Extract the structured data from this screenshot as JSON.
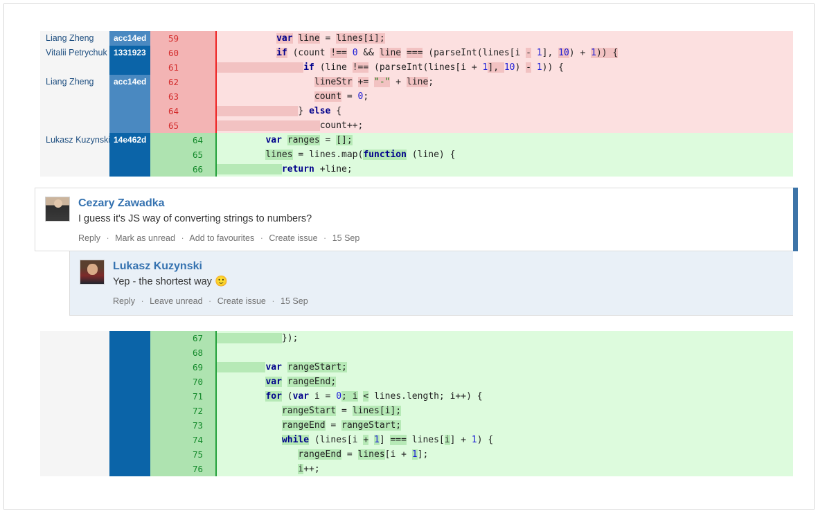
{
  "diff_top": {
    "rows": [
      {
        "author": "Liang Zheng",
        "hash": "acc14ed",
        "hash_shade": "shade-a",
        "num": "59",
        "type": "del",
        "tokens": [
          {
            "t": "           ",
            "c": "plain"
          },
          {
            "t": "var",
            "c": "kw hl"
          },
          {
            "t": " ",
            "c": "plain"
          },
          {
            "t": "line",
            "c": "hl"
          },
          {
            "t": " = ",
            "c": "plain"
          },
          {
            "t": "lines[i];",
            "c": "hl"
          }
        ]
      },
      {
        "author": "Vitalii Petrychuk",
        "hash": "1331923",
        "hash_shade": "shade-b",
        "num": "60",
        "type": "del",
        "tokens": [
          {
            "t": "           ",
            "c": "plain"
          },
          {
            "t": "if",
            "c": "kw hl"
          },
          {
            "t": " (count ",
            "c": "plain"
          },
          {
            "t": "!==",
            "c": "hl"
          },
          {
            "t": " ",
            "c": "plain"
          },
          {
            "t": "0",
            "c": "num"
          },
          {
            "t": " && ",
            "c": "plain"
          },
          {
            "t": "line",
            "c": "hl"
          },
          {
            "t": " ",
            "c": "plain"
          },
          {
            "t": "===",
            "c": "hl"
          },
          {
            "t": " (parseInt(lines[i ",
            "c": "plain"
          },
          {
            "t": "-",
            "c": "hl"
          },
          {
            "t": " ",
            "c": "plain"
          },
          {
            "t": "1",
            "c": "num"
          },
          {
            "t": "], ",
            "c": "plain"
          },
          {
            "t": "10",
            "c": "num hl"
          },
          {
            "t": ") + ",
            "c": "plain"
          },
          {
            "t": "1",
            "c": "num hl"
          },
          {
            "t": ")) {",
            "c": "hl"
          }
        ]
      },
      {
        "author": "",
        "hash": "",
        "hash_shade": "blank-b",
        "num": "61",
        "type": "del",
        "tokens": [
          {
            "t": "                ",
            "c": "hl"
          },
          {
            "t": "if",
            "c": "kw"
          },
          {
            "t": " (line ",
            "c": "plain"
          },
          {
            "t": "!==",
            "c": "hl"
          },
          {
            "t": " (parseInt(lines[i + ",
            "c": "plain"
          },
          {
            "t": "1",
            "c": "num"
          },
          {
            "t": "], ",
            "c": "hl"
          },
          {
            "t": "10",
            "c": "num"
          },
          {
            "t": ") ",
            "c": "plain"
          },
          {
            "t": "-",
            "c": "hl"
          },
          {
            "t": " ",
            "c": "plain"
          },
          {
            "t": "1",
            "c": "num"
          },
          {
            "t": ")) {",
            "c": "plain"
          }
        ]
      },
      {
        "author": "Liang Zheng",
        "hash": "acc14ed",
        "hash_shade": "shade-a",
        "num": "62",
        "type": "del",
        "tokens": [
          {
            "t": "                  ",
            "c": "plain"
          },
          {
            "t": "lineStr",
            "c": "hl"
          },
          {
            "t": " ",
            "c": "plain"
          },
          {
            "t": "+=",
            "c": "hl"
          },
          {
            "t": " ",
            "c": "plain"
          },
          {
            "t": "\"-\"",
            "c": "str hl"
          },
          {
            "t": " + ",
            "c": "plain"
          },
          {
            "t": "line",
            "c": "hl"
          },
          {
            "t": ";",
            "c": "plain"
          }
        ]
      },
      {
        "author": "",
        "hash": "",
        "hash_shade": "blank-a",
        "num": "63",
        "type": "del",
        "tokens": [
          {
            "t": "                  ",
            "c": "plain"
          },
          {
            "t": "count",
            "c": "hl"
          },
          {
            "t": " = ",
            "c": "plain"
          },
          {
            "t": "0",
            "c": "num"
          },
          {
            "t": ";",
            "c": "plain"
          }
        ]
      },
      {
        "author": "",
        "hash": "",
        "hash_shade": "blank-a",
        "num": "64",
        "type": "del",
        "tokens": [
          {
            "t": "               ",
            "c": "hl"
          },
          {
            "t": "} ",
            "c": "plain"
          },
          {
            "t": "else",
            "c": "kw"
          },
          {
            "t": " {",
            "c": "plain"
          }
        ]
      },
      {
        "author": "",
        "hash": "",
        "hash_shade": "blank-a",
        "num": "65",
        "type": "del",
        "tokens": [
          {
            "t": "                   ",
            "c": "hl"
          },
          {
            "t": "count",
            "c": "plain"
          },
          {
            "t": "++;",
            "c": "plain"
          }
        ]
      },
      {
        "author": "Lukasz Kuzynski",
        "hash": "14e462d",
        "hash_shade": "shade-c",
        "num": "64",
        "type": "add",
        "tokens": [
          {
            "t": "         ",
            "c": "plain"
          },
          {
            "t": "var",
            "c": "kw"
          },
          {
            "t": " ",
            "c": "plain"
          },
          {
            "t": "ranges",
            "c": "hl"
          },
          {
            "t": " = ",
            "c": "plain"
          },
          {
            "t": "[];",
            "c": "hl"
          }
        ]
      },
      {
        "author": "",
        "hash": "",
        "hash_shade": "shade-c",
        "num": "65",
        "type": "add",
        "tokens": [
          {
            "t": "         ",
            "c": "plain"
          },
          {
            "t": "lines",
            "c": "hl"
          },
          {
            "t": " = lines.map(",
            "c": "plain"
          },
          {
            "t": "function",
            "c": "kw hl"
          },
          {
            "t": " (line) {",
            "c": "plain"
          }
        ]
      },
      {
        "author": "",
        "hash": "",
        "hash_shade": "shade-c",
        "num": "66",
        "type": "add",
        "tokens": [
          {
            "t": "            ",
            "c": "hl"
          },
          {
            "t": "return",
            "c": "kw"
          },
          {
            "t": " +line;",
            "c": "plain"
          }
        ]
      }
    ]
  },
  "comments": [
    {
      "name": "Cezary Zawadka",
      "text": "I guess it's JS way of converting strings to numbers?",
      "actions": [
        "Reply",
        "Mark as unread",
        "Add to favourites",
        "Create issue"
      ],
      "date": "15 Sep",
      "avatar_icon": "user-avatar"
    },
    {
      "name": "Lukasz Kuzynski",
      "text": "Yep - the shortest way",
      "emoji": "🙂",
      "actions": [
        "Reply",
        "Leave unread",
        "Create issue"
      ],
      "date": "15 Sep",
      "avatar_icon": "user-avatar"
    }
  ],
  "diff_bottom": {
    "rows": [
      {
        "author": "",
        "hash": "",
        "hash_shade": "shade-c",
        "num": "67",
        "type": "add",
        "tokens": [
          {
            "t": "            ",
            "c": "hl"
          },
          {
            "t": "});",
            "c": "plain"
          }
        ]
      },
      {
        "author": "",
        "hash": "",
        "hash_shade": "shade-c",
        "num": "68",
        "type": "add",
        "tokens": [
          {
            "t": "",
            "c": "plain"
          }
        ]
      },
      {
        "author": "",
        "hash": "",
        "hash_shade": "shade-c",
        "num": "69",
        "type": "add",
        "tokens": [
          {
            "t": "         ",
            "c": "hl"
          },
          {
            "t": "var",
            "c": "kw"
          },
          {
            "t": " ",
            "c": "plain"
          },
          {
            "t": "rangeStart;",
            "c": "hl"
          }
        ]
      },
      {
        "author": "",
        "hash": "",
        "hash_shade": "shade-c",
        "num": "70",
        "type": "add",
        "tokens": [
          {
            "t": "         ",
            "c": "plain"
          },
          {
            "t": "var",
            "c": "kw hl"
          },
          {
            "t": " ",
            "c": "plain"
          },
          {
            "t": "rangeEnd;",
            "c": "hl"
          }
        ]
      },
      {
        "author": "",
        "hash": "",
        "hash_shade": "shade-c",
        "num": "71",
        "type": "add",
        "tokens": [
          {
            "t": "         ",
            "c": "plain"
          },
          {
            "t": "for",
            "c": "kw hl"
          },
          {
            "t": " (",
            "c": "plain"
          },
          {
            "t": "var",
            "c": "kw"
          },
          {
            "t": " i = ",
            "c": "plain"
          },
          {
            "t": "0",
            "c": "num"
          },
          {
            "t": "; ",
            "c": "hl"
          },
          {
            "t": "i",
            "c": "hl"
          },
          {
            "t": " ",
            "c": "plain"
          },
          {
            "t": "<",
            "c": "hl"
          },
          {
            "t": " lines.length; i++) {",
            "c": "plain"
          }
        ]
      },
      {
        "author": "",
        "hash": "",
        "hash_shade": "shade-c",
        "num": "72",
        "type": "add",
        "tokens": [
          {
            "t": "            ",
            "c": "plain"
          },
          {
            "t": "rangeStart",
            "c": "hl"
          },
          {
            "t": " = ",
            "c": "plain"
          },
          {
            "t": "lines[i];",
            "c": "hl"
          }
        ]
      },
      {
        "author": "",
        "hash": "",
        "hash_shade": "shade-c",
        "num": "73",
        "type": "add",
        "tokens": [
          {
            "t": "            ",
            "c": "plain"
          },
          {
            "t": "rangeEnd",
            "c": "hl"
          },
          {
            "t": " = ",
            "c": "plain"
          },
          {
            "t": "rangeStart;",
            "c": "hl"
          }
        ]
      },
      {
        "author": "",
        "hash": "",
        "hash_shade": "shade-c",
        "num": "74",
        "type": "add",
        "tokens": [
          {
            "t": "            ",
            "c": "plain"
          },
          {
            "t": "while",
            "c": "kw hl"
          },
          {
            "t": " (lines[i ",
            "c": "plain"
          },
          {
            "t": "+",
            "c": "hl"
          },
          {
            "t": " ",
            "c": "plain"
          },
          {
            "t": "1",
            "c": "num hl"
          },
          {
            "t": "] ",
            "c": "plain"
          },
          {
            "t": "===",
            "c": "hl"
          },
          {
            "t": " lines[",
            "c": "plain"
          },
          {
            "t": "i",
            "c": "hl"
          },
          {
            "t": "] + ",
            "c": "plain"
          },
          {
            "t": "1",
            "c": "num"
          },
          {
            "t": ") {",
            "c": "plain"
          }
        ]
      },
      {
        "author": "",
        "hash": "",
        "hash_shade": "shade-c",
        "num": "75",
        "type": "add",
        "tokens": [
          {
            "t": "               ",
            "c": "plain"
          },
          {
            "t": "rangeEnd",
            "c": "hl"
          },
          {
            "t": " = ",
            "c": "plain"
          },
          {
            "t": "lines",
            "c": "hl"
          },
          {
            "t": "[i + ",
            "c": "plain"
          },
          {
            "t": "1",
            "c": "num hl"
          },
          {
            "t": "];",
            "c": "plain"
          }
        ]
      },
      {
        "author": "",
        "hash": "",
        "hash_shade": "shade-c",
        "num": "76",
        "type": "add",
        "tokens": [
          {
            "t": "               ",
            "c": "plain"
          },
          {
            "t": "i",
            "c": "hl"
          },
          {
            "t": "++;",
            "c": "plain"
          }
        ]
      }
    ]
  }
}
